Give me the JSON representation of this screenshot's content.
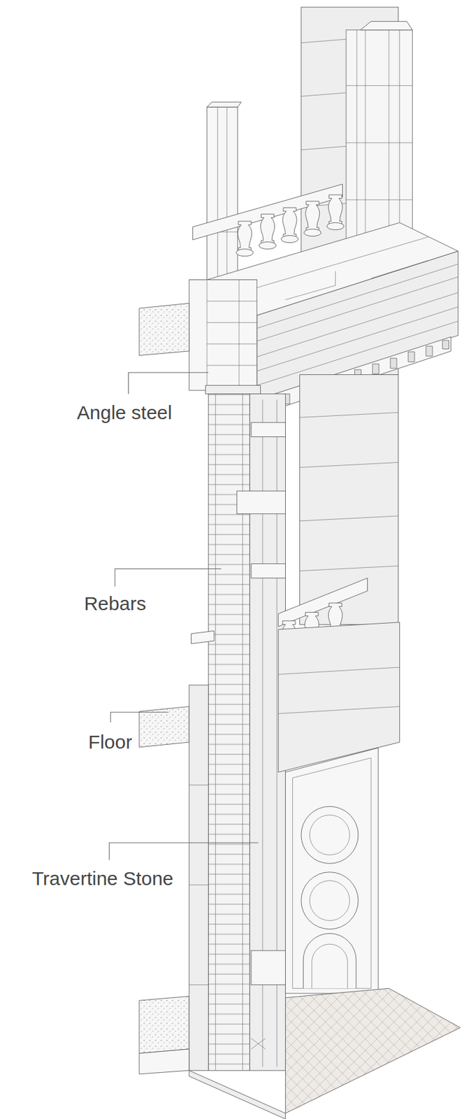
{
  "diagram": {
    "labels": [
      "Angle steel",
      "Rebars",
      "Floor",
      "Travertine Stone"
    ]
  }
}
